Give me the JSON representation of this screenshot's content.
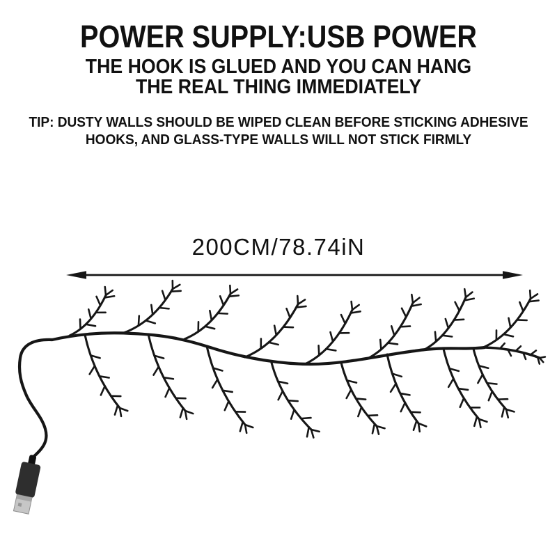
{
  "page": {
    "background_color": "#ffffff",
    "ink_color": "#161616"
  },
  "header": {
    "title": "POWER SUPPLY:USB POWER",
    "subtitle_line1": "THE HOOK IS GLUED AND YOU CAN HANG",
    "subtitle_line2": "THE REAL THING IMMEDIATELY",
    "tip_line1": "TIP: DUSTY WALLS SHOULD BE WIPED CLEAN BEFORE STICKING ADHESIVE",
    "tip_line2": "HOOKS, AND GLASS-TYPE WALLS WILL NOT STICK FIRMLY"
  },
  "dimension": {
    "label": "200CM/78.74iN",
    "length_cm": "200CM",
    "length_inches": "78.74iN",
    "arrow_style": "double-headed-horizontal"
  },
  "illustration": {
    "name": "usb-powered-branch-string-light",
    "line_color": "#161616",
    "usb_body_color": "#2e2e2e",
    "usb_strain_relief_color": "#111111",
    "usb_plug_color": "#c6c6c6",
    "usb_plug_band_color": "#a6a6a6",
    "usb_plug_hole_color": "#969696"
  }
}
